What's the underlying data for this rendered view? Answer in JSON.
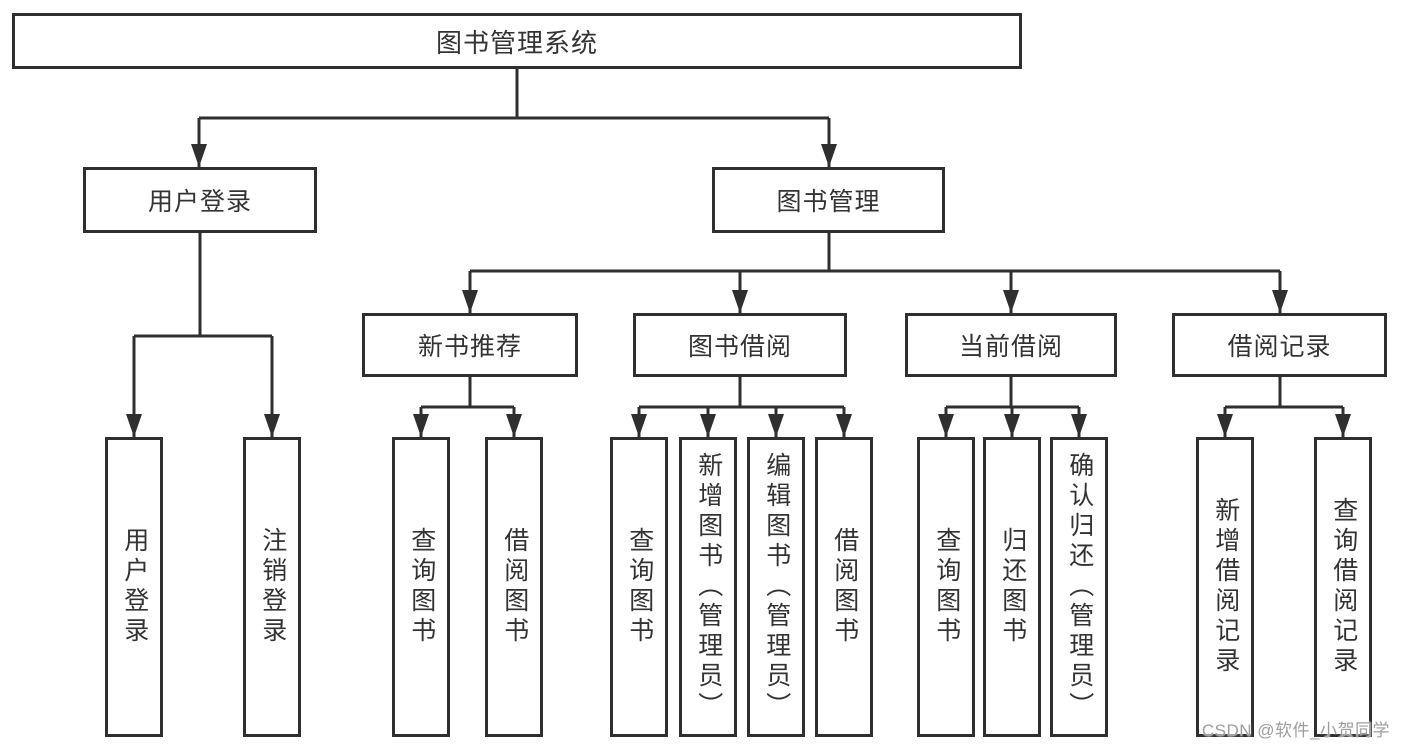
{
  "tree": {
    "root": {
      "label": "图书管理系统"
    },
    "branches": [
      {
        "label": "用户登录",
        "children": [
          "用户登录",
          "注销登录"
        ]
      },
      {
        "label": "图书管理",
        "sections": [
          {
            "label": "新书推荐",
            "children": [
              "查询图书",
              "借阅图书"
            ]
          },
          {
            "label": "图书借阅",
            "children": [
              "查询图书",
              "新增图书（管理员）",
              "编辑图书（管理员）",
              "借阅图书"
            ]
          },
          {
            "label": "当前借阅",
            "children": [
              "查询图书",
              "归还图书",
              "确认归还（管理员）"
            ]
          },
          {
            "label": "借阅记录",
            "children": [
              "新增借阅记录",
              "查询借阅记录"
            ]
          }
        ]
      }
    ]
  },
  "watermark": {
    "text": "CSDN @软件_小贺同学"
  },
  "colors": {
    "line": "#2f2f2f",
    "text": "#333333",
    "watermark": "#9e9e9e",
    "bg": "#ffffff"
  }
}
